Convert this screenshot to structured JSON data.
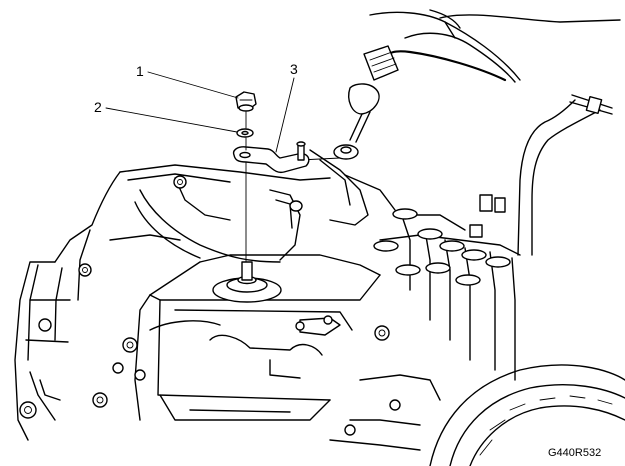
{
  "callouts": [
    {
      "id": "1",
      "label": "1"
    },
    {
      "id": "2",
      "label": "2"
    },
    {
      "id": "3",
      "label": "3"
    }
  ],
  "figure_code": "G440R532"
}
